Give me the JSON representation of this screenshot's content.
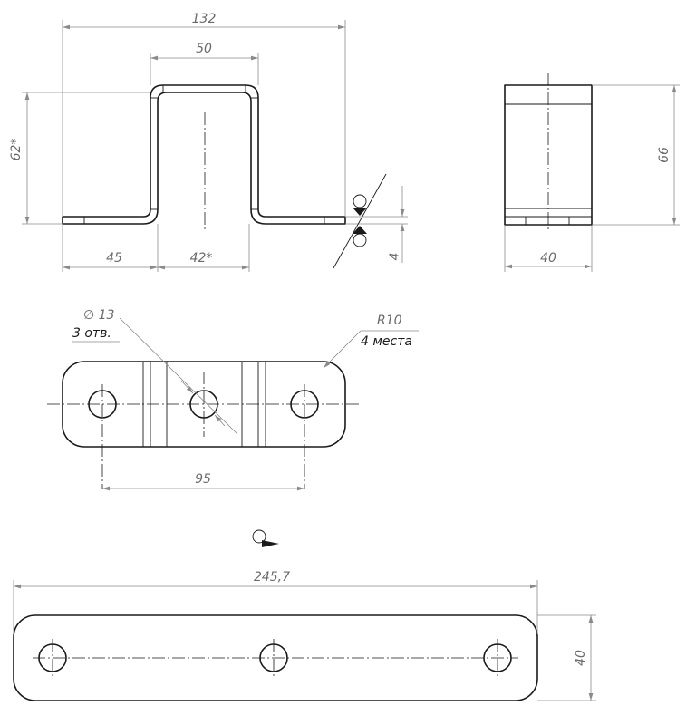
{
  "front_view": {
    "overall_width": "132",
    "top_width": "50",
    "height": "62*",
    "flange_length": "45",
    "inner_width": "42*",
    "thickness": "4"
  },
  "side_view": {
    "height": "66",
    "width": "40"
  },
  "top_view": {
    "hole_diameter": "∅ 13",
    "hole_count": "3 отв.",
    "corner_radius": "R10",
    "corner_count": "4 места",
    "hole_spacing": "95"
  },
  "flat_pattern": {
    "length": "245,7",
    "width": "40"
  }
}
